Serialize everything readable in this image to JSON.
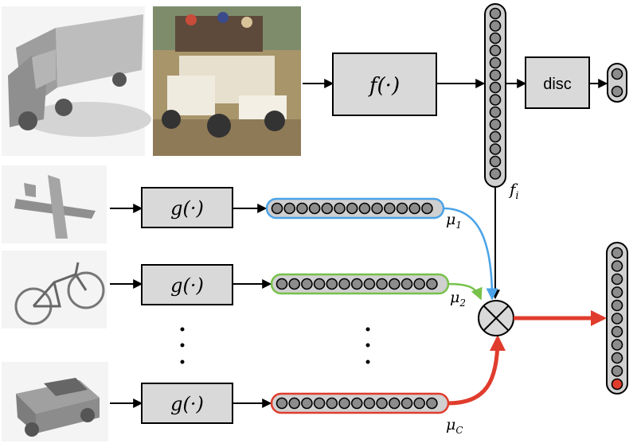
{
  "labels": {
    "f_box": "f(·)",
    "g_box_1": "g(·)",
    "g_box_2": "g(·)",
    "g_box_3": "g(·)",
    "disc_box": "disc",
    "f_i_sym": "f",
    "f_i_sub": "i",
    "mu1_sym": "μ",
    "mu1_sub": "1",
    "mu2_sym": "μ",
    "mu2_sub": "2",
    "muC_sym": "μ",
    "muC_sub": "C",
    "combine_symbol": "⊗"
  },
  "colors": {
    "box_fill": "#d9d9d9",
    "circle_fill": "#8c8c8c",
    "bar_fill": "#d0d0d0",
    "mu1": "#4aa3e8",
    "mu2": "#77c24a",
    "muC": "#e03c2d",
    "output_highlight": "#e03c2d",
    "photo_sky": "#b8a06a",
    "photo_truck": "#e8e0cf"
  },
  "icons": [
    "truck-render-icon",
    "truck-photo-icon",
    "airplane-render-icon",
    "bicycle-render-icon",
    "utility-truck-render-icon"
  ]
}
